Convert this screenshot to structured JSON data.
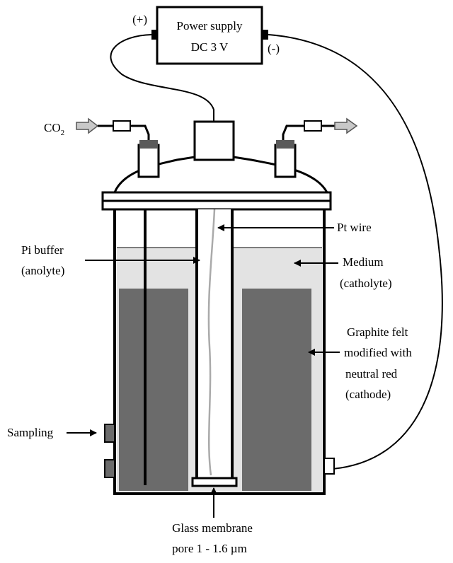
{
  "power_supply": {
    "line1": "Power supply",
    "line2": "DC 3 V",
    "positive": "(+)",
    "negative": "(-)"
  },
  "gas_inlet": {
    "label": "CO",
    "subscript": "2"
  },
  "labels": {
    "pt_wire": "Pt wire",
    "pi_buffer_1": "Pi buffer",
    "pi_buffer_2": "(anolyte)",
    "medium_1": "Medium",
    "medium_2": "(catholyte)",
    "graphite_1": "Graphite felt",
    "graphite_2": "modified with",
    "graphite_3": "neutral red",
    "graphite_4": "(cathode)",
    "sampling": "Sampling",
    "glass_1": "Glass membrane",
    "glass_2": "pore 1 - 1.6 µm"
  },
  "colors": {
    "liquid": "#e3e3e3",
    "felt": "#6b6b6b",
    "connector": "#5a5a5a",
    "arrow_fill": "#c8c8c8"
  }
}
